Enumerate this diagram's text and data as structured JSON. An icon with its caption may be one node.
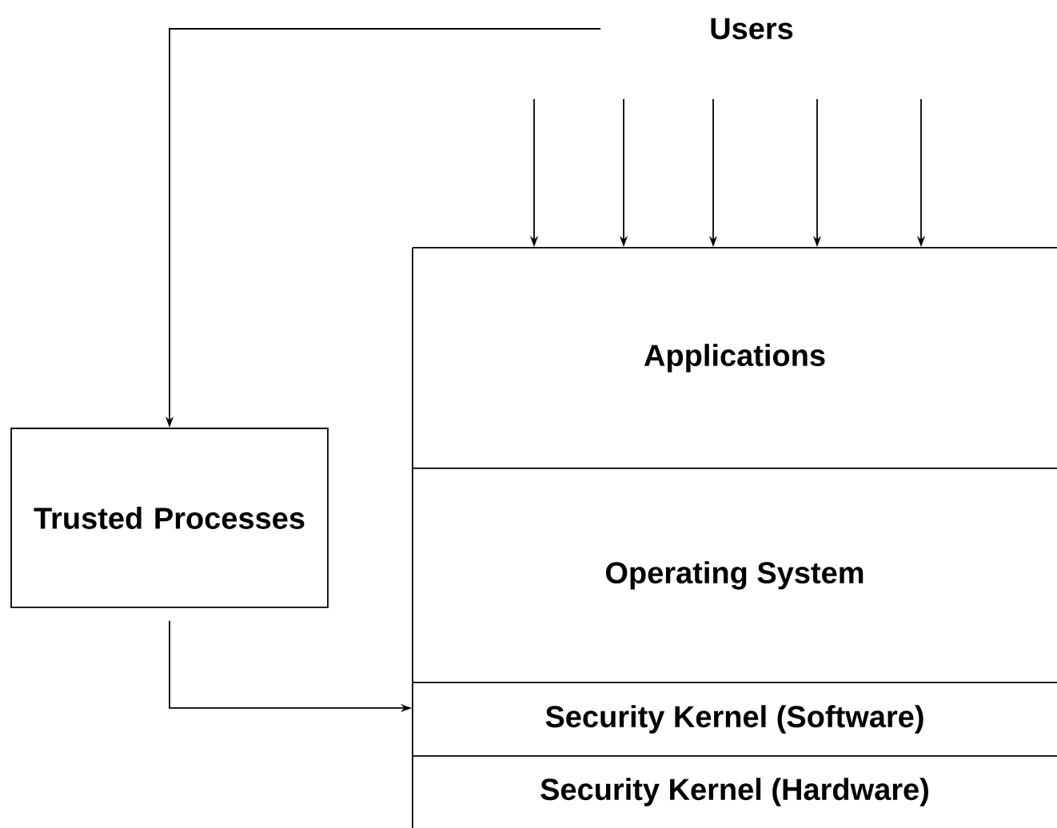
{
  "diagram": {
    "nodes": [
      {
        "text": [
          "Users"
        ]
      },
      {
        "text": [
          "Trusted Processes"
        ]
      },
      {
        "text": [
          "Applications"
        ]
      },
      {
        "text": [
          "Operating System"
        ]
      },
      {
        "text": [
          "Security Kernel (Software)"
        ]
      },
      {
        "text": [
          "Security Kernel (Hardware)"
        ]
      }
    ],
    "edges": [
      {
        "from": 0,
        "to": 1,
        "arrow": "to"
      },
      {
        "from": 1,
        "to": 4,
        "arrow": "to"
      },
      {
        "from": null,
        "to": 2,
        "arrow": "to"
      },
      {
        "from": null,
        "to": 2,
        "arrow": "to"
      },
      {
        "from": null,
        "to": 2,
        "arrow": "to"
      },
      {
        "from": null,
        "to": 2,
        "arrow": "to"
      },
      {
        "from": null,
        "to": 2,
        "arrow": "to"
      }
    ]
  }
}
